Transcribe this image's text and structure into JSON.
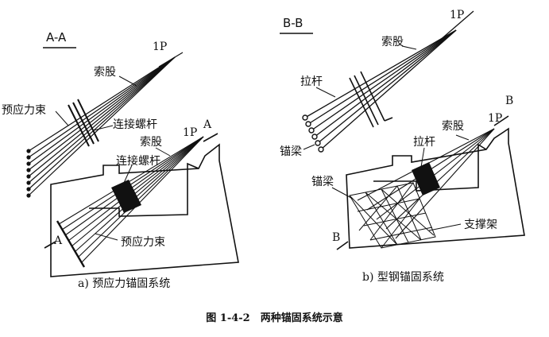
{
  "figure": {
    "caption": "图 1-4-2　两种锚固系统示意",
    "left": {
      "section_label": "A-A",
      "subcaption": "a) 预应力锚固系统",
      "upper": {
        "point": "1P",
        "cable": "索股",
        "tendon": "预应力束",
        "bolt": "连接螺杆"
      },
      "lower": {
        "point": "1P",
        "cable": "索股",
        "bolt": "连接螺杆",
        "tendon": "预应力束",
        "section_mark_top": "A",
        "section_mark_bottom": "A"
      }
    },
    "right": {
      "section_label": "B-B",
      "subcaption": "b) 型钢锚固系统",
      "upper": {
        "point": "1P",
        "cable": "索股",
        "rod": "拉杆",
        "beam": "锚梁"
      },
      "lower": {
        "point": "1P",
        "cable": "索股",
        "rod": "拉杆",
        "beam": "锚梁",
        "frame": "支撑架",
        "section_mark_top": "B",
        "section_mark_bottom": "B"
      }
    }
  }
}
